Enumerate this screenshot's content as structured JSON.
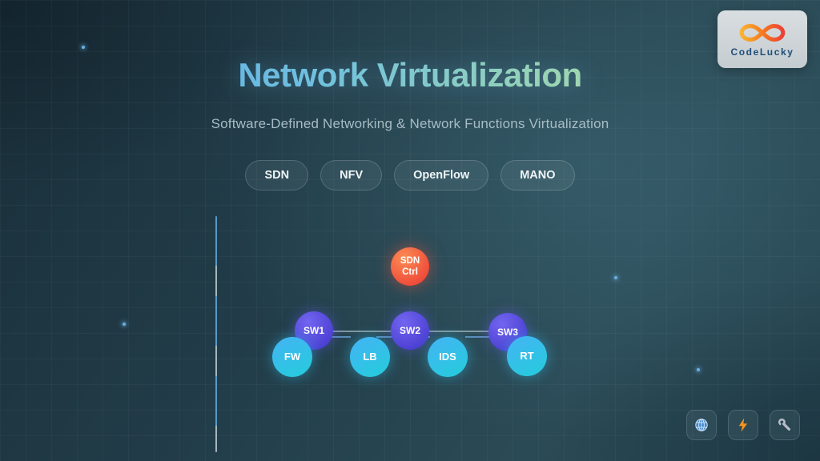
{
  "brand": {
    "name": "CodeLucky",
    "logo_icon": "infinity-icon",
    "logo_gradient": [
      "#f9b233",
      "#ee4036"
    ],
    "card_bg": "#cdd3d7",
    "name_color": "#1d4e79"
  },
  "hero": {
    "title": "Network Virtualization",
    "subtitle": "Software-Defined Networking & Network Functions Virtualization",
    "title_gradient": [
      "#55a0e6",
      "#6fc0e0",
      "#c9ea9e"
    ]
  },
  "tags": {
    "items": [
      {
        "label": "SDN"
      },
      {
        "label": "NFV"
      },
      {
        "label": "OpenFlow"
      },
      {
        "label": "MANO"
      }
    ]
  },
  "diagram": {
    "controller": {
      "line1": "SDN",
      "line2": "Ctrl",
      "color": "#ef4b3a"
    },
    "switches": [
      {
        "label": "SW1"
      },
      {
        "label": "SW2"
      },
      {
        "label": "SW3"
      }
    ],
    "switch_color": "#5a4de0",
    "devices": [
      {
        "label": "FW"
      },
      {
        "label": "LB"
      },
      {
        "label": "IDS"
      },
      {
        "label": "RT"
      }
    ],
    "device_color": "#2fc3e8",
    "trunk_link_color": "#ebf5fa",
    "access_link_color": "#78b4f5",
    "timeline_colors": [
      "#5ea3db",
      "#b6c3c8"
    ]
  },
  "toolbar": {
    "buttons": [
      {
        "icon": "globe-icon"
      },
      {
        "icon": "lightning-icon",
        "color": "#f7941d"
      },
      {
        "icon": "wrench-icon",
        "color": "#b9bdc9"
      }
    ]
  },
  "theme": {
    "background": "#213d49",
    "grid_color": "rgba(255,255,255,0.032)",
    "particle_color": "#6cb0e0"
  }
}
